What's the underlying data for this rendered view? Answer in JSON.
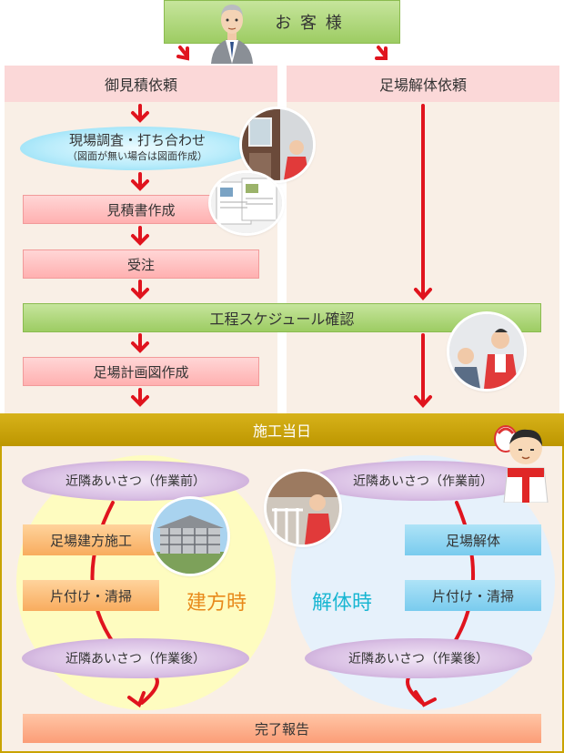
{
  "customer": {
    "label": "お 客 様"
  },
  "left_header": "御見積依頼",
  "right_header": "足場解体依頼",
  "steps": {
    "survey_line1": "現場調査・打ち合わせ",
    "survey_line2": "（図面が無い場合は図面作成）",
    "estimate": "見積書作成",
    "order": "受注",
    "schedule": "工程スケジュール確認",
    "plan": "足場計画図作成"
  },
  "day_header": "施工当日",
  "build": {
    "greet_before": "近隣あいさつ（作業前）",
    "construct": "足場建方施工",
    "cleanup": "片付け・清掃",
    "greet_after": "近隣あいさつ（作業後）",
    "label": "建方時"
  },
  "dismantle": {
    "greet_before": "近隣あいさつ（作業前）",
    "dismantle": "足場解体",
    "cleanup": "片付け・清掃",
    "greet_after": "近隣あいさつ（作業後）",
    "label": "解体時"
  },
  "report": "完了報告",
  "colors": {
    "arrow": "#e0141e",
    "day_header": "#c9a300",
    "build_label": "#e8891a",
    "dismantle_label": "#19b6d2"
  }
}
